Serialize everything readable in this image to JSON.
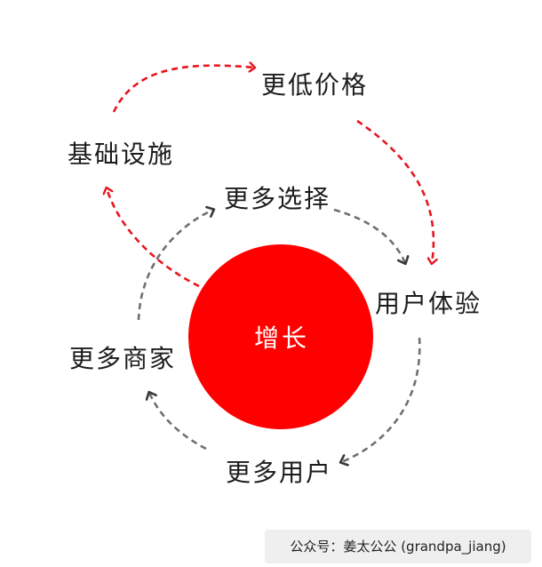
{
  "diagram": {
    "center_label": "增长",
    "nodes": {
      "lower_price": "更低价格",
      "infrastructure": "基础设施",
      "more_selection": "更多选择",
      "user_experience": "用户体验",
      "more_sellers": "更多商家",
      "more_users": "更多用户"
    },
    "colors": {
      "core_circle": "#ff0000",
      "outer_loop_arrows": "#e8141e",
      "inner_loop_arrows": "#707070",
      "text": "#1c1c1c"
    }
  },
  "watermark": {
    "text": "公众号：姜太公公 (grandpa_jiang)"
  }
}
